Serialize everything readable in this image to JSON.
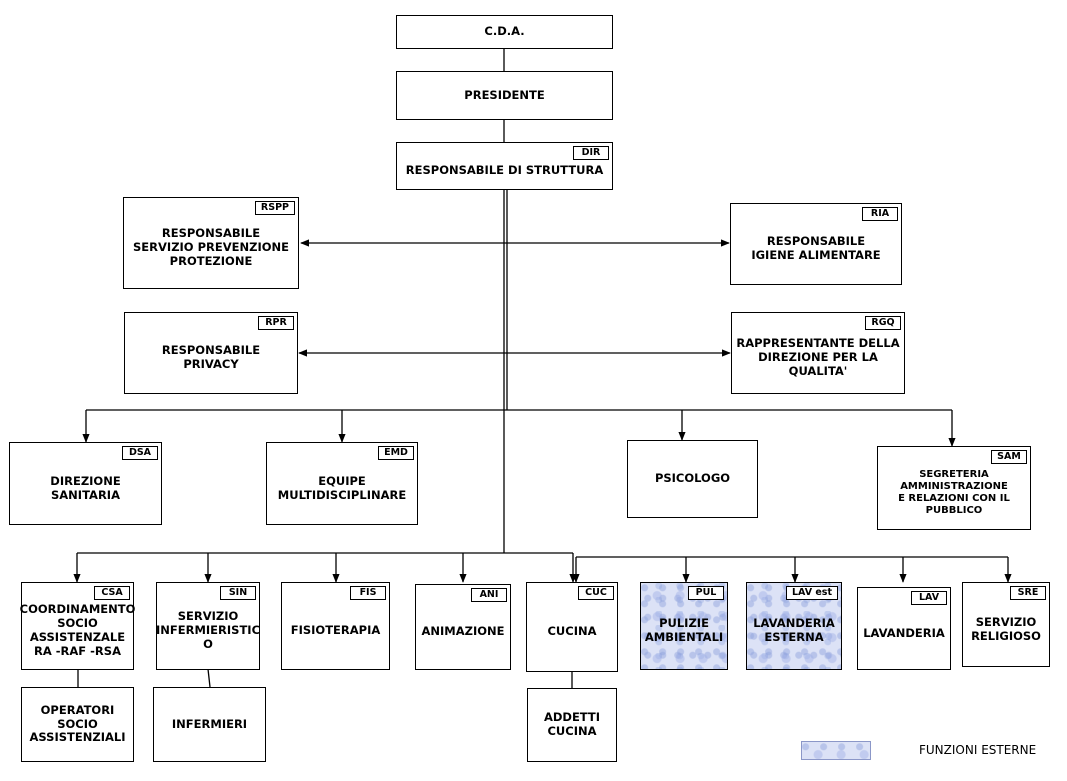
{
  "nodes": {
    "cda": {
      "label": "C.D.A."
    },
    "presidente": {
      "label": "PRESIDENTE"
    },
    "dir": {
      "label": "RESPONSABILE DI STRUTTURA",
      "tag": "DIR"
    },
    "rspp": {
      "label": "RESPONSABILE\nSERVIZIO PREVENZIONE\nPROTEZIONE",
      "tag": "RSPP"
    },
    "ria": {
      "label": "RESPONSABILE\nIGIENE ALIMENTARE",
      "tag": "RIA"
    },
    "rpr": {
      "label": "RESPONSABILE\nPRIVACY",
      "tag": "RPR"
    },
    "rgq": {
      "label": "RAPPRESENTANTE DELLA\nDIREZIONE PER LA\nQUALITA'",
      "tag": "RGQ"
    },
    "dsa": {
      "label": "DIREZIONE SANITARIA",
      "tag": "DSA"
    },
    "emd": {
      "label": "EQUIPE\nMULTIDISCIPLINARE",
      "tag": "EMD"
    },
    "psicologo": {
      "label": "PSICOLOGO"
    },
    "sam": {
      "label": "SEGRETERIA\nAMMINISTRAZIONE\nE RELAZIONI CON IL\nPUBBLICO",
      "tag": "SAM"
    },
    "csa": {
      "label": "COORDINAMENTO\nSOCIO\nASSISTENZALE\nRA -RAF -RSA",
      "tag": "CSA"
    },
    "sin": {
      "label": "SERVIZIO\nINFERMIERISTIC\nO",
      "tag": "SIN"
    },
    "fis": {
      "label": "FISIOTERAPIA",
      "tag": "FIS"
    },
    "ani": {
      "label": "ANIMAZIONE",
      "tag": "ANI"
    },
    "cuc": {
      "label": "CUCINA",
      "tag": "CUC"
    },
    "pul": {
      "label": "PULIZIE\nAMBIENTALI",
      "tag": "PUL"
    },
    "lav_est": {
      "label": "LAVANDERIA\nESTERNA",
      "tag": "LAV est"
    },
    "lav": {
      "label": "LAVANDERIA",
      "tag": "LAV"
    },
    "sre": {
      "label": "SERVIZIO\nRELIGIOSO",
      "tag": "SRE"
    },
    "oss": {
      "label": "OPERATORI\nSOCIO\nASSISTENZIALI"
    },
    "infermieri": {
      "label": "INFERMIERI"
    },
    "addetti": {
      "label": "ADDETTI\nCUCINA"
    }
  },
  "legend": {
    "label": "FUNZIONI ESTERNE",
    "swatch_color": "#dce2f6"
  },
  "colors": {
    "line": "#000000",
    "external_fill": "#dce2f6"
  }
}
